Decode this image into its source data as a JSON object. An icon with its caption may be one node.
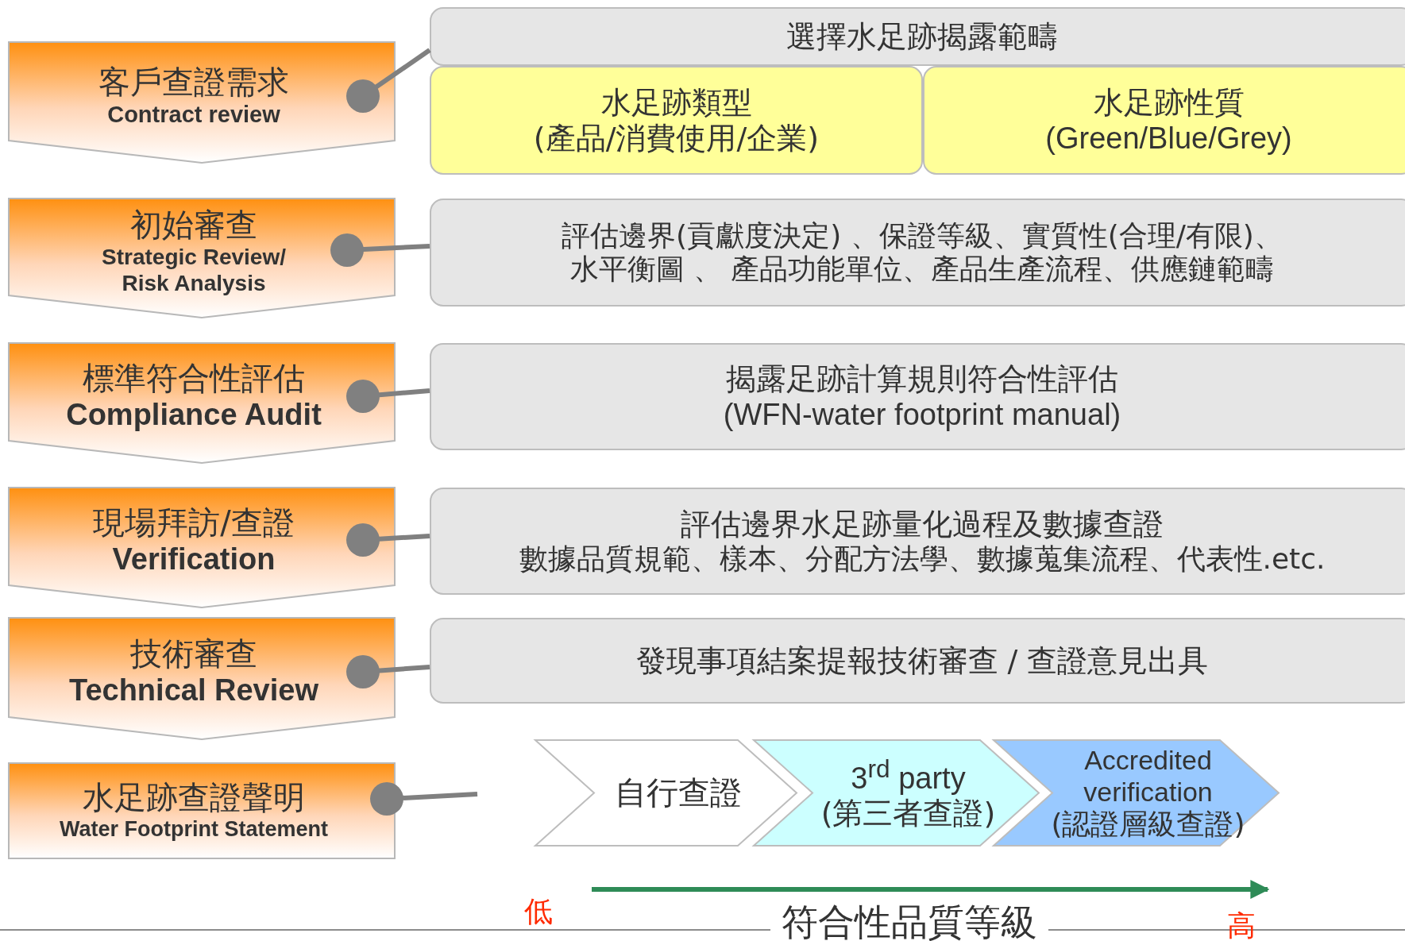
{
  "diagram": {
    "nodes": [
      {
        "text": [
          "客戶查證需求",
          "Contract review"
        ]
      },
      {
        "text": [
          "選擇水足跡揭露範疇"
        ]
      },
      {
        "text": [
          "水足跡類型",
          "(產品/消費使用/企業)"
        ]
      },
      {
        "text": [
          "水足跡性質",
          "(Green/Blue/Grey)"
        ]
      },
      {
        "text": [
          "初始審查",
          "Strategic Review/ Risk Analysis"
        ]
      },
      {
        "text": [
          "評估邊界(貢獻度決定) 、保證等級、實質性(合理/有限)、",
          "水平衡圖 、 產品功能單位、產品生產流程、供應鏈範疇"
        ]
      },
      {
        "text": [
          "標準符合性評估",
          "Compliance Audit"
        ]
      },
      {
        "text": [
          "揭露足跡計算規則符合性評估",
          "(WFN-water footprint manual)"
        ]
      },
      {
        "text": [
          "現場拜訪/查證",
          "Verification"
        ]
      },
      {
        "text": [
          "評估邊界水足跡量化過程及數據查證",
          "數據品質規範、樣本、分配方法學、數據蒐集流程、代表性.etc."
        ]
      },
      {
        "text": [
          "技術審查",
          "Technical Review"
        ]
      },
      {
        "text": [
          "發現事項結案提報技術審查 /  查證意見出具"
        ]
      },
      {
        "text": [
          "水足跡查證聲明",
          "Water Footprint Statement"
        ]
      },
      {
        "text": [
          "自行查證"
        ]
      },
      {
        "text": [
          "3$^{rd}$ party",
          "(第三者查證)"
        ]
      },
      {
        "text": [
          "Accredited verification",
          "(認證層級查證)"
        ]
      }
    ],
    "edges": [
      {
        "from": 0,
        "to": 1,
        "arrow": "other"
      },
      {
        "from": 4,
        "to": 5,
        "arrow": "other"
      },
      {
        "from": 6,
        "to": 7,
        "arrow": "other"
      },
      {
        "from": 8,
        "to": 9,
        "arrow": "other"
      },
      {
        "from": 10,
        "to": 11,
        "arrow": "other"
      },
      {
        "from": 12,
        "to": null,
        "arrow": "other"
      }
    ],
    "labels": [
      "低",
      "符合性品質等級",
      "高"
    ]
  }
}
